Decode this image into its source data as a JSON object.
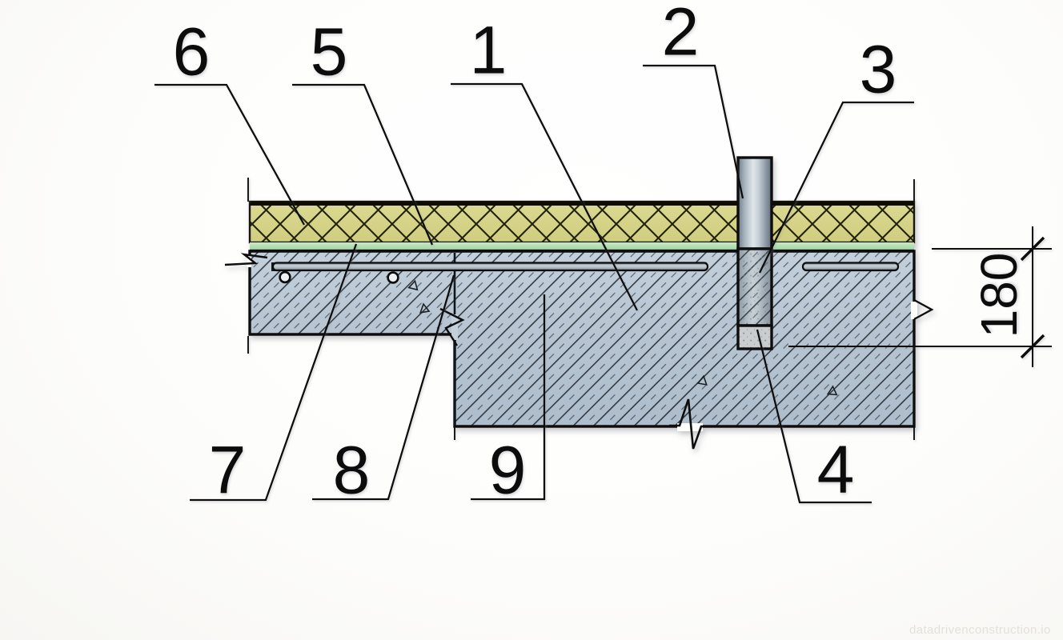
{
  "drawing": {
    "type": "construction-section-detail",
    "callouts": [
      {
        "number": "1"
      },
      {
        "number": "2"
      },
      {
        "number": "3"
      },
      {
        "number": "4"
      },
      {
        "number": "5"
      },
      {
        "number": "6"
      },
      {
        "number": "7"
      },
      {
        "number": "8"
      },
      {
        "number": "9"
      }
    ],
    "dimension": {
      "value": "180"
    },
    "watermark": "datadrivenconstruction.io",
    "colors": {
      "insulation_fill": "#d6d489",
      "membrane_fill": "#aed9b0",
      "concrete_fill": "#b9c6d3",
      "steel_fill": "#c6d0d8",
      "mortar_fill": "#c9cdd0",
      "line_color": "#101010"
    }
  }
}
